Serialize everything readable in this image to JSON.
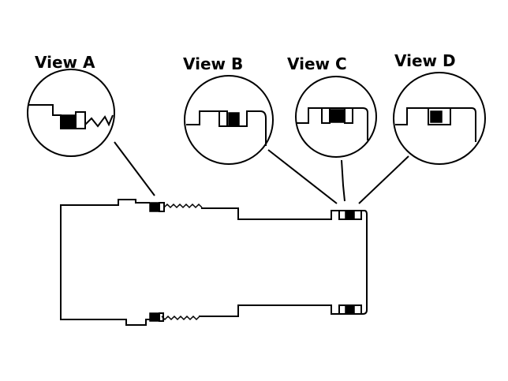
{
  "views": [
    {
      "label": "View A"
    },
    {
      "label": "View B"
    },
    {
      "label": "View C"
    },
    {
      "label": "View D"
    }
  ]
}
